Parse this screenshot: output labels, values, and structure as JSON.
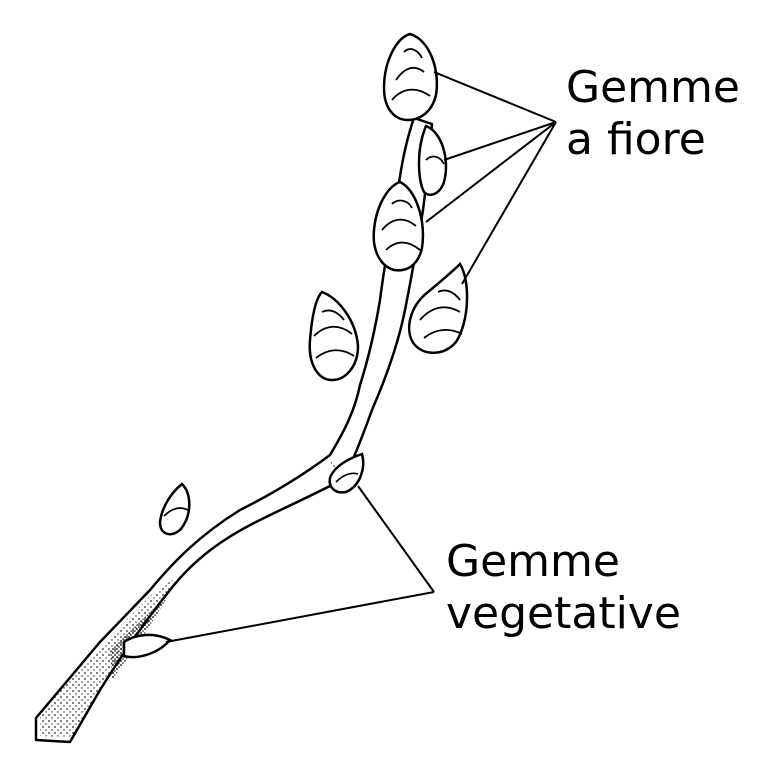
{
  "labels": {
    "flower_buds": {
      "line1": "Gemme",
      "line2": "a fiore"
    },
    "vegetative_buds": {
      "line1": "Gemme",
      "line2": "vegetative"
    }
  },
  "colors": {
    "ink": "#000000",
    "background": "#ffffff"
  }
}
